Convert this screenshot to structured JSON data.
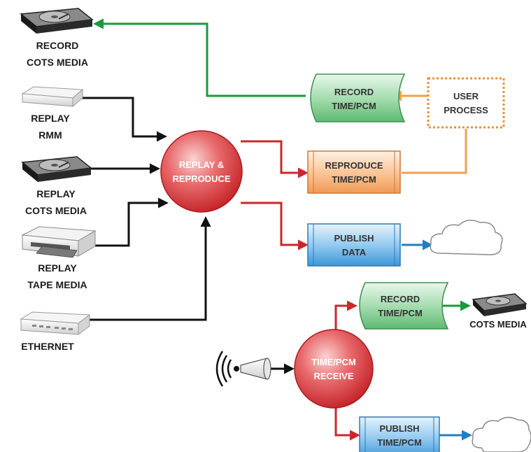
{
  "colors": {
    "green_arrow": "#1a9a3a",
    "black_arrow": "#111111",
    "red_arrow": "#c8282c",
    "orange_arrow": "#f0a050",
    "blue_arrow": "#1f7fc4",
    "circle_red": "#d93a3e",
    "green_box": "#bfe6c6",
    "orange_box": "#f9c9a0",
    "blue_box": "#a9d4f2",
    "orange_dotted": "#e8913a"
  },
  "sources": {
    "record_cots_media": {
      "line1": "RECORD",
      "line2": "COTS MEDIA",
      "icon": "hard-drive-icon"
    },
    "replay_rmm": {
      "line1": "REPLAY",
      "line2": "RMM",
      "icon": "removable-memory-module-icon"
    },
    "replay_cots_media": {
      "line1": "REPLAY",
      "line2": "COTS MEDIA",
      "icon": "hard-drive-icon"
    },
    "replay_tape_media": {
      "line1": "REPLAY",
      "line2": "TAPE MEDIA",
      "icon": "tape-drive-icon"
    },
    "ethernet": {
      "line1": "ETHERNET",
      "icon": "network-switch-icon"
    }
  },
  "nodes": {
    "replay_reproduce": {
      "line1": "REPLAY &",
      "line2": "REPRODUCE"
    },
    "record_time_pcm_top": {
      "line1": "RECORD",
      "line2": "TIME/PCM"
    },
    "user_process": {
      "line1": "USER",
      "line2": "PROCESS"
    },
    "reproduce_time_pcm": {
      "line1": "REPRODUCE",
      "line2": "TIME/PCM"
    },
    "publish_data": {
      "line1": "PUBLISH",
      "line2": "DATA"
    },
    "record_time_pcm_bottom": {
      "line1": "RECORD",
      "line2": "TIME/PCM"
    },
    "cots_media_out": {
      "line1": "COTS MEDIA",
      "icon": "hard-drive-icon"
    },
    "time_pcm_receive": {
      "line1": "TIME/PCM",
      "line2": "RECEIVE"
    },
    "publish_time_pcm": {
      "line1": "PUBLISH",
      "line2": "TIME/PCM"
    },
    "antenna": {
      "icon": "antenna-icon"
    },
    "cloud_top": {
      "icon": "cloud-icon"
    },
    "cloud_bottom": {
      "icon": "cloud-icon"
    }
  }
}
